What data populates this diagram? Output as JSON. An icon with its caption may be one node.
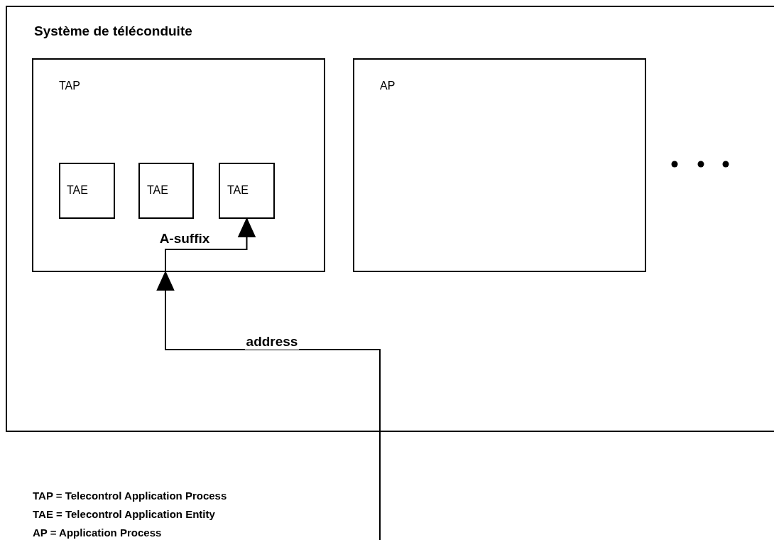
{
  "diagram": {
    "nodes": [
      {
        "text": [
          "Système de téléconduite"
        ]
      },
      {
        "text": [
          "TAP"
        ],
        "in": 0
      },
      {
        "text": [
          "TAE"
        ],
        "in": 1
      },
      {
        "text": [
          "TAE"
        ],
        "in": 1
      },
      {
        "text": [
          "TAE"
        ],
        "in": 1
      },
      {
        "text": [
          "AP"
        ],
        "in": 0
      }
    ],
    "edges": [
      {
        "from": null,
        "to": 1,
        "arrow": "to",
        "label": "address"
      },
      {
        "from": 1,
        "to": 4,
        "arrow": "to",
        "label": "A-suffix"
      }
    ],
    "labels": [
      "TAP = Telecontrol Application Process",
      "TAE = Telecontrol Application Entity",
      "AP = Application Process"
    ]
  }
}
